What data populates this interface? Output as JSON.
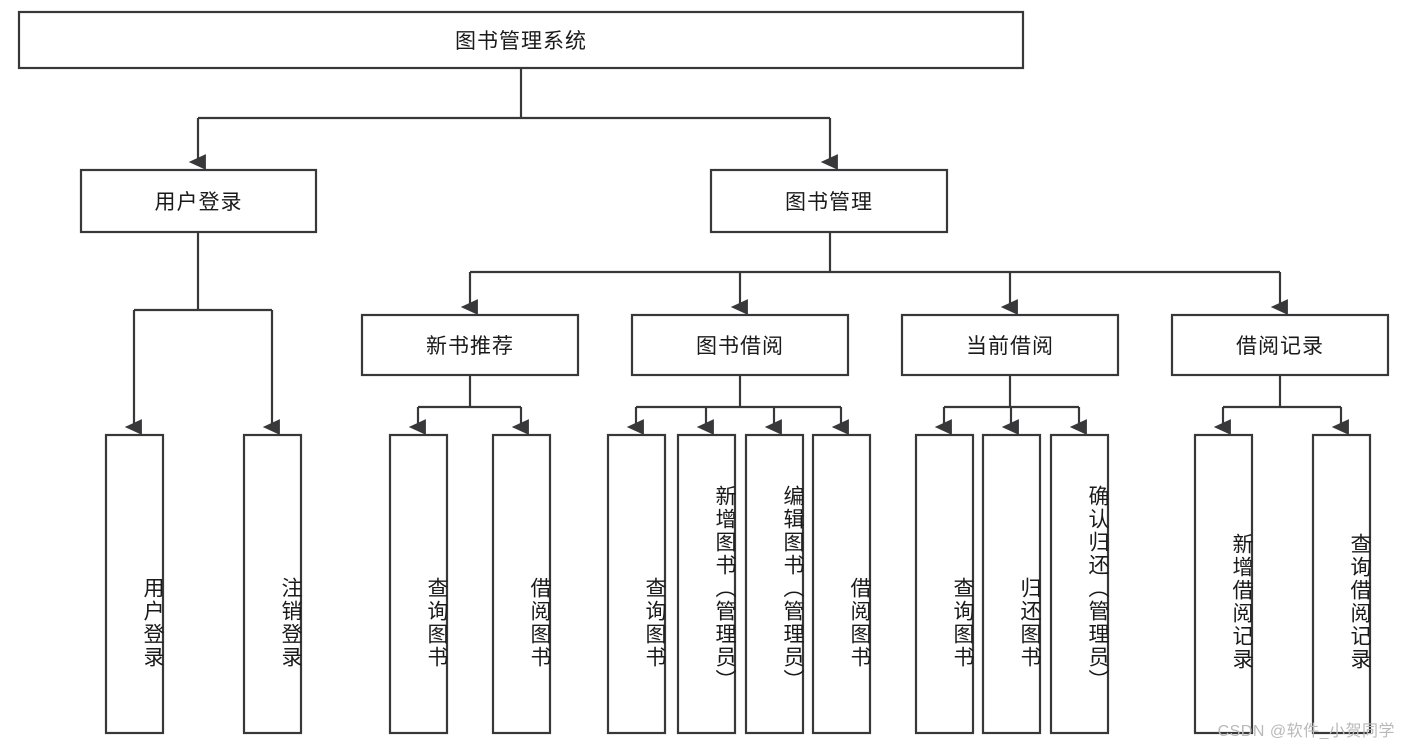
{
  "diagram": {
    "type": "tree",
    "title": "图书管理系统",
    "watermark": "CSDN @软件_小贺同学",
    "colors": {
      "node_fill": "#ffffff",
      "node_stroke": "#38383a",
      "link": "#38383a",
      "text": "#1a1a1a",
      "watermark": "#b9b9b9",
      "background": "#ffffff"
    },
    "nodes": {
      "root": {
        "id": "root",
        "label": "图书管理系统",
        "level": 0,
        "orientation": "horizontal"
      },
      "l1": [
        {
          "id": "user-login",
          "label": "用户登录",
          "level": 1,
          "orientation": "horizontal"
        },
        {
          "id": "book-mgmt",
          "label": "图书管理",
          "level": 1,
          "orientation": "horizontal"
        }
      ],
      "l2": [
        {
          "id": "new-book-rec",
          "label": "新书推荐",
          "level": 2,
          "orientation": "horizontal",
          "parent": "book-mgmt"
        },
        {
          "id": "book-borrow",
          "label": "图书借阅",
          "level": 2,
          "orientation": "horizontal",
          "parent": "book-mgmt"
        },
        {
          "id": "current-borrow",
          "label": "当前借阅",
          "level": 2,
          "orientation": "horizontal",
          "parent": "book-mgmt"
        },
        {
          "id": "borrow-record",
          "label": "借阅记录",
          "level": 2,
          "orientation": "horizontal",
          "parent": "book-mgmt"
        }
      ],
      "leaves": [
        {
          "id": "leaf-user-login",
          "label": "用户登录",
          "parent": "user-login",
          "orientation": "vertical"
        },
        {
          "id": "leaf-logout",
          "label": "注销登录",
          "parent": "user-login",
          "orientation": "vertical"
        },
        {
          "id": "leaf-query-book-1",
          "label": "查询图书",
          "parent": "new-book-rec",
          "orientation": "vertical"
        },
        {
          "id": "leaf-borrow-book-1",
          "label": "借阅图书",
          "parent": "new-book-rec",
          "orientation": "vertical"
        },
        {
          "id": "leaf-query-book-2",
          "label": "查询图书",
          "parent": "book-borrow",
          "orientation": "vertical"
        },
        {
          "id": "leaf-add-book",
          "label": "新增图书（管理员）",
          "parent": "book-borrow",
          "orientation": "vertical"
        },
        {
          "id": "leaf-edit-book",
          "label": "编辑图书（管理员）",
          "parent": "book-borrow",
          "orientation": "vertical"
        },
        {
          "id": "leaf-borrow-book-2",
          "label": "借阅图书",
          "parent": "book-borrow",
          "orientation": "vertical"
        },
        {
          "id": "leaf-query-book-3",
          "label": "查询图书",
          "parent": "current-borrow",
          "orientation": "vertical"
        },
        {
          "id": "leaf-return-book",
          "label": "归还图书",
          "parent": "current-borrow",
          "orientation": "vertical"
        },
        {
          "id": "leaf-confirm-return",
          "label": "确认归还（管理员）",
          "parent": "current-borrow",
          "orientation": "vertical"
        },
        {
          "id": "leaf-add-record",
          "label": "新增借阅记录",
          "parent": "borrow-record",
          "orientation": "vertical"
        },
        {
          "id": "leaf-query-record",
          "label": "查询借阅记录",
          "parent": "borrow-record",
          "orientation": "vertical"
        }
      ]
    }
  }
}
